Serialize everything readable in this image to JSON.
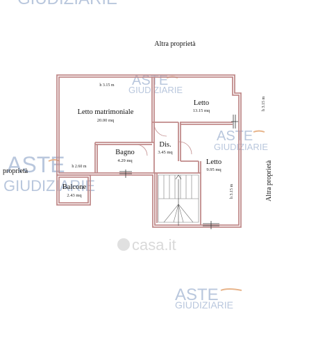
{
  "neighbors": {
    "top": "Altra proprietà",
    "right": "Altra proprietà",
    "left": "proprietà"
  },
  "rooms": {
    "letto_matrimoniale": {
      "name": "Letto matrimoniale",
      "area": "20.00 mq"
    },
    "letto_1": {
      "name": "Letto",
      "area": "13.15 mq"
    },
    "dis": {
      "name": "Dis.",
      "area": "3.45 mq"
    },
    "bagno": {
      "name": "Bagno",
      "area": "4.29 mq"
    },
    "letto_2": {
      "name": "Letto",
      "area": "9.95 mq"
    },
    "balcone": {
      "name": "Balcone",
      "area": "2.43 mq"
    }
  },
  "heights": {
    "top": "h 3.15 m",
    "right_vertical": "h 3.15 m",
    "letto_2": "h 3.15 m",
    "balcone": "h 2.60 m"
  },
  "watermarks": {
    "aste": "ASTE",
    "giudiziarie": "GIUDIZIARIE",
    "casa": "casa.it"
  },
  "colors": {
    "wall": "#c08a8a",
    "watermark_blue": "#b9c7dd",
    "watermark_orange": "#e8b48a"
  }
}
